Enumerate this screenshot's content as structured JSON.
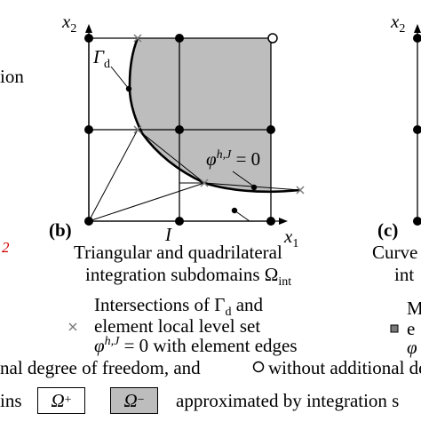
{
  "left_fragments": {
    "top": "ion",
    "power": "2"
  },
  "panel_b": {
    "tag": "(b)",
    "axis_x": "x",
    "axis_x_sub": "1",
    "axis_y": "x",
    "axis_y_sub": "2",
    "gamma": "Γ",
    "gamma_sub": "d",
    "phi": "φ",
    "phi_sup": "h,J",
    "phi_eq": " = 0",
    "node_label": "I",
    "caption_line1": "Triangular and quadrilateral",
    "caption_line2": "integration subdomains Ω",
    "caption_sub": "int"
  },
  "panel_c": {
    "tag": "(c)",
    "axis_y": "x",
    "axis_y_sub": "2",
    "caption_line1": "Curve",
    "caption_line2": "int"
  },
  "legend": {
    "cross_line1": "Intersections of Γ",
    "cross_line1_sub": "d",
    "cross_line1_end": " and",
    "cross_line2": "element local level set",
    "cross_line3_phi": "φ",
    "cross_line3_sup": "h,J",
    "cross_line3_end": " = 0 with element edges",
    "square_line1": "M",
    "square_line2": "e",
    "square_line3": "φ",
    "dof_text_left": "nal degree of freedom, and",
    "dof_text_right": "without additional de",
    "domain_left": "ins",
    "omega_plus": "Ω",
    "omega_plus_sup": "+",
    "omega_minus": "Ω",
    "omega_minus_sup": "−",
    "approx_text": "approximated by integration s"
  },
  "colors": {
    "fill_minus": "#bdbdbd",
    "cross": "#7a7a7a",
    "red": "#d00000"
  }
}
